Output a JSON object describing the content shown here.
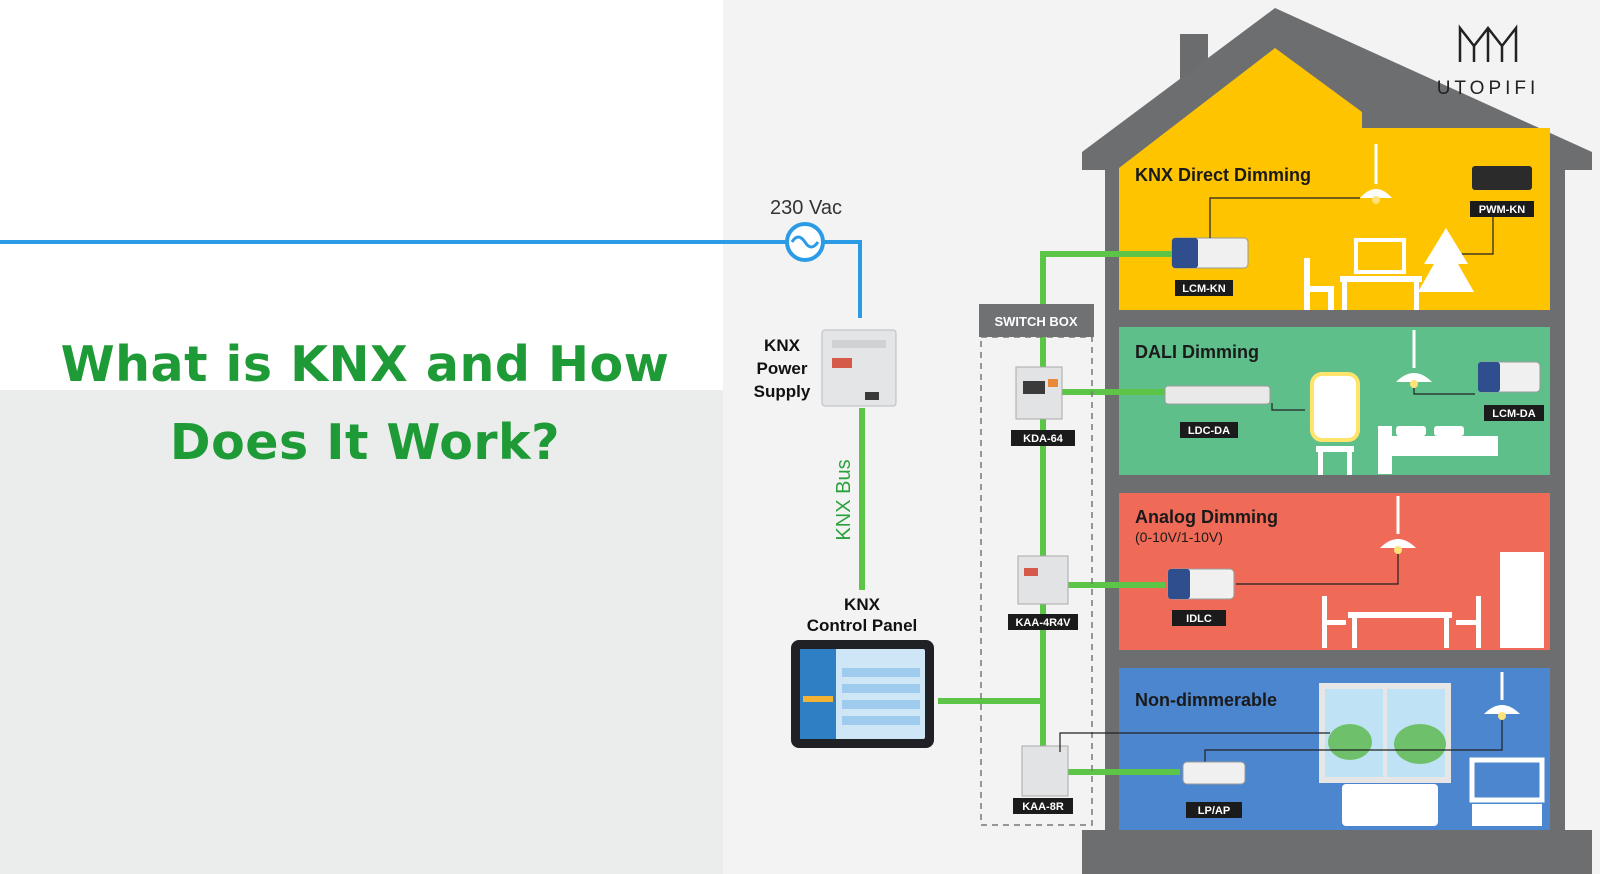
{
  "headline": {
    "line1": "What is KNX and How",
    "line2": "Does It Work?"
  },
  "brand": {
    "name": "UTOPIFI"
  },
  "power": {
    "voltage": "230 Vac",
    "supply_line1": "KNX",
    "supply_line2": "Power",
    "supply_line3": "Supply",
    "bus": "KNX Bus"
  },
  "control_panel": {
    "line1": "KNX",
    "line2": "Control Panel"
  },
  "switch_box": {
    "title": "SWITCH BOX",
    "modules": [
      "KDA-64",
      "KAA-4R4V",
      "KAA-8R"
    ]
  },
  "floors": [
    {
      "title": "KNX Direct Dimming",
      "subtitle": "",
      "devices": [
        "LCM-KN",
        "PWM-KN"
      ]
    },
    {
      "title": "DALI Dimming",
      "subtitle": "",
      "devices": [
        "LDC-DA",
        "LCM-DA"
      ]
    },
    {
      "title": "Analog Dimming",
      "subtitle": "(0-10V/1-10V)",
      "devices": [
        "IDLC"
      ]
    },
    {
      "title": "Non-dimmerable",
      "subtitle": "",
      "devices": [
        "LP/AP"
      ]
    }
  ],
  "colors": {
    "headline": "#1e9a36",
    "power_line": "#2b9be6",
    "bus_line": "#5cc446",
    "roof": "#707173",
    "floor1": "#ffc400",
    "floor2": "#5ebf8b",
    "floor3": "#ef6a57",
    "floor4": "#4b86cf"
  }
}
